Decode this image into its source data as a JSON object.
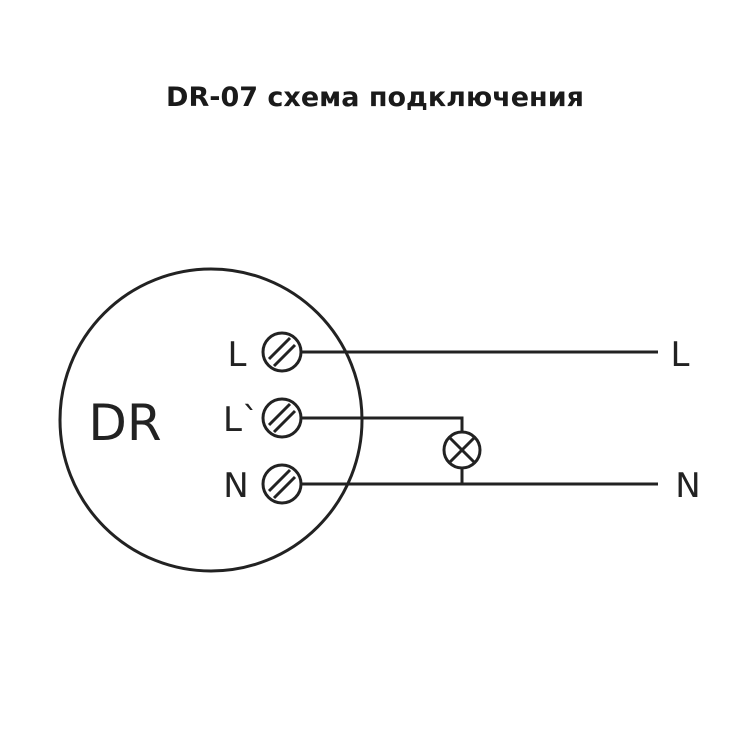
{
  "title": "DR-07 схема подключения",
  "device": {
    "label": "DR"
  },
  "terminals": [
    {
      "label": "L"
    },
    {
      "label": "L`"
    },
    {
      "label": "N"
    }
  ],
  "outputs": [
    {
      "label": "L"
    },
    {
      "label": "N"
    }
  ],
  "load": {
    "icon": "lamp-icon"
  },
  "colors": {
    "line": "#222222",
    "background": "#ffffff"
  }
}
